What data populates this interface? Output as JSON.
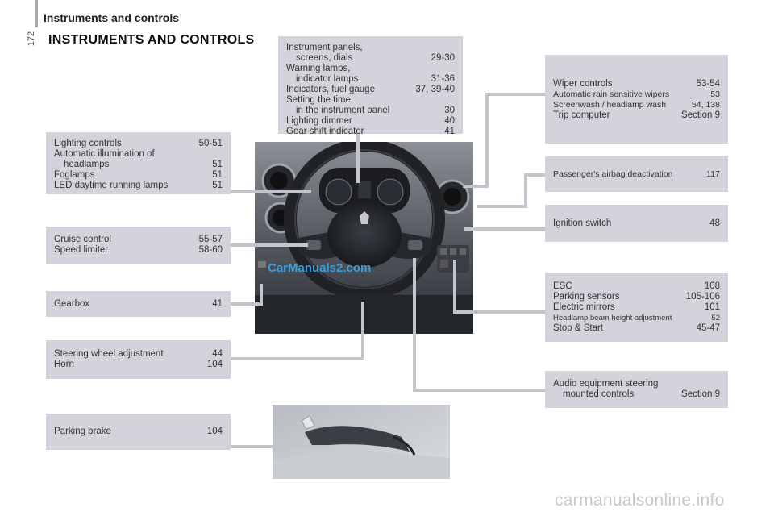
{
  "header": {
    "title": "Instruments and controls",
    "page_number": "172"
  },
  "main_title": "INSTRUMENTS AND CONTROLS",
  "boxes": {
    "instrument_panels": [
      {
        "label": "Instrument panels,",
        "page": ""
      },
      {
        "label": "screens, dials",
        "page": "29-30",
        "indent": true
      },
      {
        "label": "Warning lamps,",
        "page": ""
      },
      {
        "label": "indicator lamps",
        "page": "31-36",
        "indent": true
      },
      {
        "label": "Indicators, fuel gauge",
        "page": "37, 39-40"
      },
      {
        "label": "Setting the time",
        "page": ""
      },
      {
        "label": "in the instrument panel",
        "page": "30",
        "indent": true
      },
      {
        "label": "Lighting dimmer",
        "page": "40"
      },
      {
        "label": "Gear shift indicator",
        "page": "41"
      }
    ],
    "lighting": [
      {
        "label": "Lighting controls",
        "page": "50-51"
      },
      {
        "label": "Automatic illumination of",
        "page": ""
      },
      {
        "label": "headlamps",
        "page": "51",
        "indent": true
      },
      {
        "label": "Foglamps",
        "page": "51"
      },
      {
        "label": "LED daytime running lamps",
        "page": "51"
      }
    ],
    "cruise": [
      {
        "label": "Cruise control",
        "page": "55-57"
      },
      {
        "label": "Speed limiter",
        "page": "58-60"
      }
    ],
    "gearbox": [
      {
        "label": "Gearbox",
        "page": "41"
      }
    ],
    "steering": [
      {
        "label": "Steering wheel adjustment",
        "page": "44"
      },
      {
        "label": "Horn",
        "page": "104"
      }
    ],
    "parking_brake": [
      {
        "label": "Parking brake",
        "page": "104"
      }
    ],
    "wiper": [
      {
        "label": "Wiper controls",
        "page": "53-54"
      },
      {
        "label": "Automatic rain sensitive wipers",
        "page": "53",
        "size": "sm"
      },
      {
        "label": "Screenwash / headlamp wash",
        "page": "54, 138",
        "size": "sm"
      },
      {
        "label": "Trip computer",
        "page": "Section 9"
      }
    ],
    "airbag": [
      {
        "label": "Passenger's airbag deactivation",
        "page": "117",
        "size": "sm"
      }
    ],
    "ignition": [
      {
        "label": "Ignition switch",
        "page": "48"
      }
    ],
    "esc": [
      {
        "label": "ESC",
        "page": "108"
      },
      {
        "label": "Parking sensors",
        "page": "105-106"
      },
      {
        "label": "Electric mirrors",
        "page": "101"
      },
      {
        "label": "Headlamp beam height adjustment",
        "page": "52",
        "size": "xs"
      },
      {
        "label": "Stop & Start",
        "page": "45-47"
      }
    ],
    "audio": [
      {
        "label": "Audio equipment steering",
        "page": ""
      },
      {
        "label": "mounted controls",
        "page": "Section 9",
        "indent": true
      }
    ]
  },
  "watermark_inline": "CarManuals2.com",
  "watermark_footer": "carmanualsonline.info"
}
